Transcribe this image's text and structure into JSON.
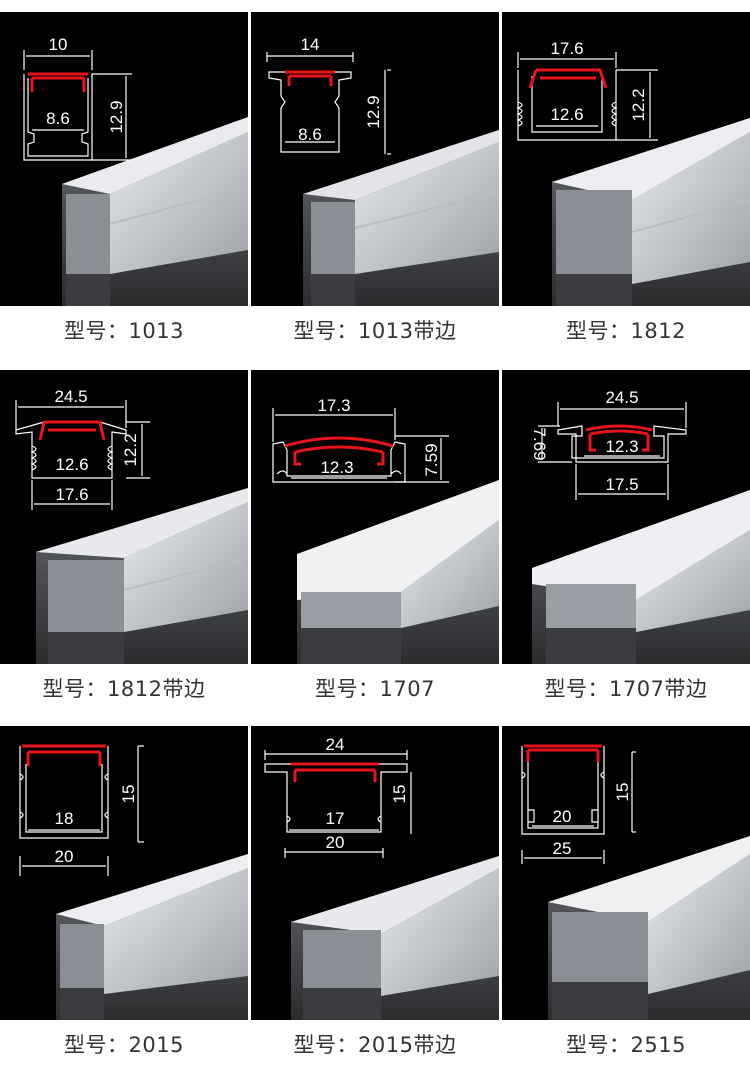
{
  "products": [
    {
      "caption": "型号：1013",
      "model": "1013",
      "variant": "",
      "dimensions": {
        "width_top": "10",
        "inner_width": "8.6",
        "height": "12.9"
      }
    },
    {
      "caption": "型号：1013带边",
      "model": "1013",
      "variant": "带边",
      "dimensions": {
        "width_top": "14",
        "inner_width": "8.6",
        "height": "12.9"
      }
    },
    {
      "caption": "型号：1812",
      "model": "1812",
      "variant": "",
      "dimensions": {
        "width_top": "17.6",
        "inner_width": "12.6",
        "height": "12.2"
      }
    },
    {
      "caption": "型号：1812带边",
      "model": "1812",
      "variant": "带边",
      "dimensions": {
        "width_top": "24.5",
        "inner_width": "12.6",
        "height": "12.2",
        "width_bottom": "17.6"
      }
    },
    {
      "caption": "型号：1707",
      "model": "1707",
      "variant": "",
      "dimensions": {
        "width_top": "17.3",
        "inner_width": "12.3",
        "height": "7.59"
      }
    },
    {
      "caption": "型号：1707带边",
      "model": "1707",
      "variant": "带边",
      "dimensions": {
        "width_top": "24.5",
        "inner_width": "12.3",
        "height": "7.69",
        "width_bottom": "17.5"
      }
    },
    {
      "caption": "型号：2015",
      "model": "2015",
      "variant": "",
      "dimensions": {
        "inner_width": "18",
        "height": "15",
        "width_bottom": "20"
      }
    },
    {
      "caption": "型号：2015带边",
      "model": "2015",
      "variant": "带边",
      "dimensions": {
        "width_top": "24",
        "inner_width": "17",
        "height": "15",
        "width_bottom": "20"
      }
    },
    {
      "caption": "型号：2515",
      "model": "2515",
      "variant": "",
      "dimensions": {
        "inner_width": "20",
        "height": "15",
        "width_bottom": "25"
      }
    }
  ],
  "colors": {
    "panel_bg": "#000000",
    "drawing_line": "#ffffff",
    "diffuser_red": "#e8141b",
    "caption_text": "#333333",
    "aluminum": "#c8cbd0"
  }
}
